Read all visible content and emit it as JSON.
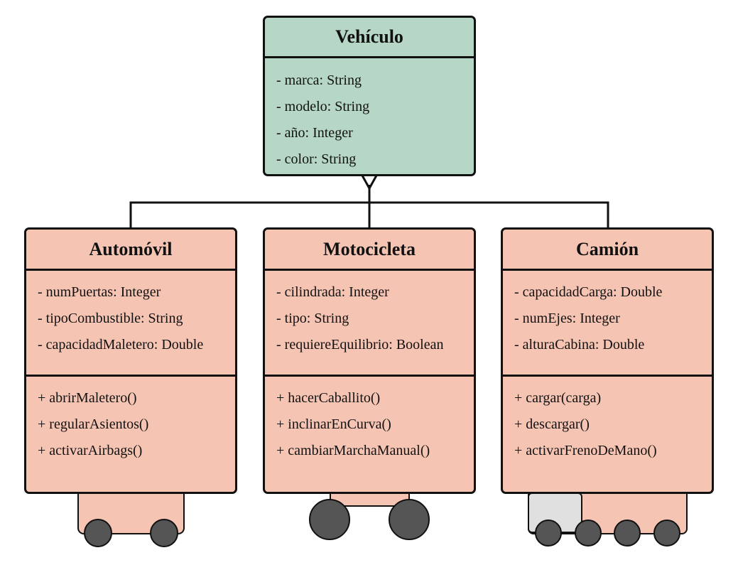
{
  "parent": {
    "name": "Vehículo",
    "attributes": [
      "- marca: String",
      "- modelo: String",
      "- año: Integer",
      "- color: String"
    ],
    "fill": "#b6d7c5"
  },
  "children": [
    {
      "name": "Automóvil",
      "attributes": [
        "- numPuertas: Integer",
        "- tipoCombustible: String",
        "- capacidadMaletero: Double"
      ],
      "methods": [
        "+ abrirMaletero()",
        "+ regularAsientos()",
        "+ activarAirbags()"
      ],
      "icon": "car-icon"
    },
    {
      "name": "Motocicleta",
      "attributes": [
        "- cilindrada: Integer",
        "- tipo: String",
        "- requiereEquilibrio: Boolean"
      ],
      "methods": [
        "+ hacerCaballito()",
        "+ inclinarEnCurva()",
        "+ cambiarMarchaManual()"
      ],
      "icon": "motorcycle-icon"
    },
    {
      "name": "Camión",
      "attributes": [
        "- capacidadCarga: Double",
        "- numEjes: Integer",
        "- alturaCabina: Double"
      ],
      "methods": [
        "+ cargar(carga)",
        "+ descargar()",
        "+ activarFrenoDeMano()"
      ],
      "icon": "truck-icon"
    }
  ],
  "colors": {
    "child_fill": "#f6c4b3",
    "wheel": "#555555",
    "cabin": "#e0e0e0",
    "line": "#111111"
  }
}
